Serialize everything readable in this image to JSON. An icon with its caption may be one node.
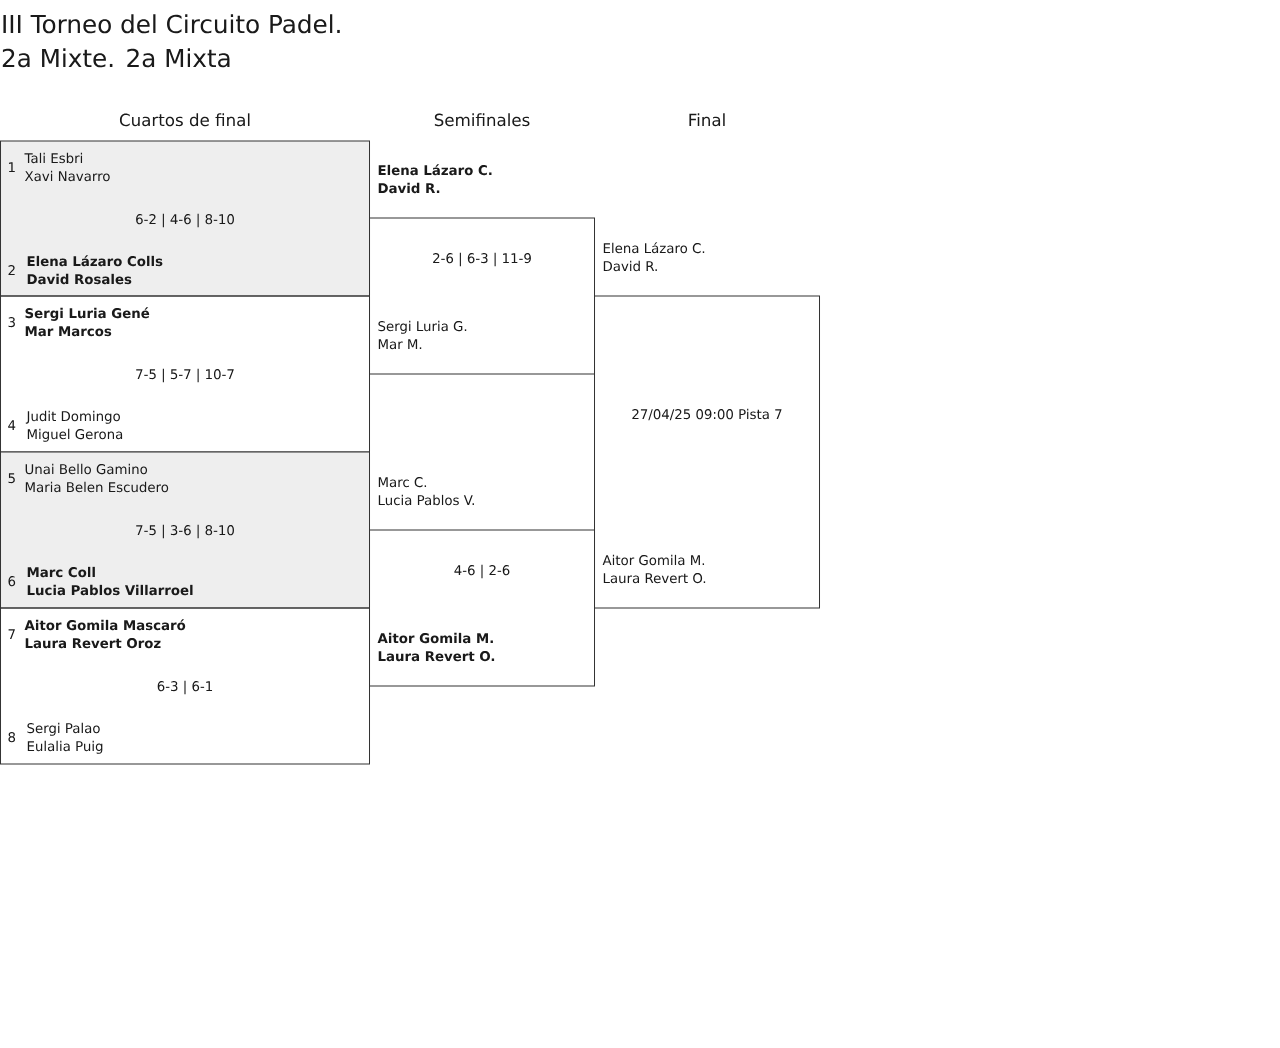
{
  "diagram": {
    "title": "III Torneo del Circuito Padel.",
    "nodes": [
      {
        "text": [
          "1",
          "Tali Esbri",
          "Xavi Navarro",
          "6-2 | 4-6 | 8-10",
          "2",
          "Elena Lázaro Colls",
          "David Rosales"
        ]
      },
      {
        "text": [
          "3",
          "Sergi Luria Gené",
          "Mar Marcos",
          "7-5 | 5-7 | 10-7",
          "4",
          "Judit Domingo",
          "Miguel Gerona"
        ]
      },
      {
        "text": [
          "5",
          "Unai Bello Gamino",
          "Maria Belen Escudero",
          "7-5 | 3-6 | 8-10",
          "6",
          "Marc Coll",
          "Lucia Pablos Villarroel"
        ]
      },
      {
        "text": [
          "7",
          "Aitor Gomila Mascaró",
          "Laura Revert Oroz",
          "6-3 | 6-1",
          "8",
          "Sergi Palao",
          "Eulalia Puig"
        ]
      },
      {
        "text": [
          "Elena Lázaro C.",
          "David R.",
          "2-6 | 6-3 | 11-9",
          "Sergi Luria G.",
          "Mar M."
        ]
      },
      {
        "text": [
          "Marc C.",
          "Lucia Pablos V.",
          "4-6 | 2-6",
          "Aitor Gomila M.",
          "Laura Revert O."
        ]
      },
      {
        "text": [
          "Elena Lázaro C.",
          "David R.",
          "27/04/25 09:00 Pista 7",
          "Aitor Gomila M.",
          "Laura Revert O."
        ]
      }
    ],
    "labels": [
      "2a Mixte. 2a Mixta",
      "Cuartos de final",
      "Semifinales",
      "Final"
    ]
  }
}
